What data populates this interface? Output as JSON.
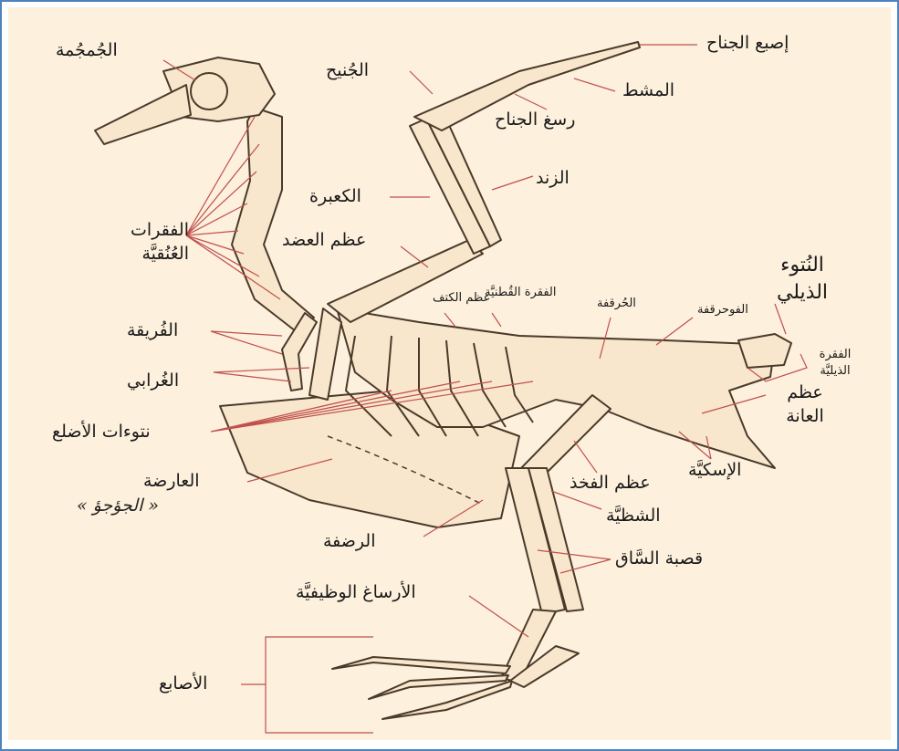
{
  "labels": {
    "wing_finger": "إصبع الجناح",
    "comb": "المشط",
    "carpometacarpus": "رسغ الجناح",
    "alula": "الجُنيح",
    "skull": "الجُمجُمة",
    "ulna": "الزند",
    "radius": "الكعبرة",
    "cervical_vertebrae": "الفقرات العُنُقيَّة",
    "humerus": "عظم العضد",
    "pygostyle": "النُتوء الذيلي",
    "synsacrum": "الفوحرقفة",
    "ilium": "الحُرقفة",
    "lumbar_vertebrae": "الفقرة القُطنيَّة",
    "scapula": "عظم الكتف",
    "caudal_vertebrae": "الفقرة الذيليَّة",
    "furcula": "الفُريقة",
    "coracoid": "الغُرابي",
    "rib_processes": "نتوءات الأضلع",
    "pubis": "عظم العانة",
    "ischium": "الإسكيَّة",
    "femur": "عظم الفخذ",
    "keel": "العارضة",
    "patella": "الرضفة",
    "fibula": "الشظيَّة",
    "tibiotarsus": "قصبة السَّاق",
    "tarsometatarsus": "الأرساغ الوظيفيَّة",
    "toes": "الأصابع"
  },
  "handwriting": "« الجؤجؤ »",
  "colors": {
    "bone_fill": "#f9e7cd",
    "bone_stroke": "#4a3a2a",
    "leader_line": "#c0504d",
    "background": "#fdf0dd",
    "frame": "#4f81bd"
  }
}
